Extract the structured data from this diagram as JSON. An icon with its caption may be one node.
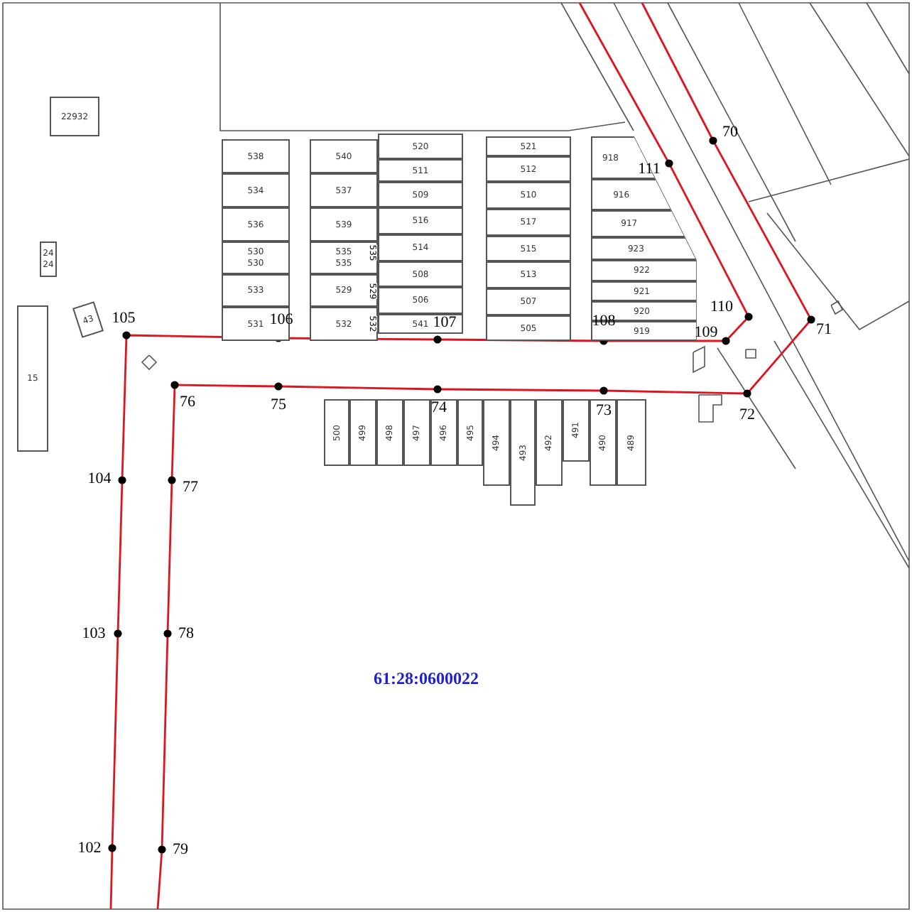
{
  "diagram": {
    "nodes": [
      {
        "text": [
          "22932"
        ]
      },
      {
        "text": [
          "24",
          "24"
        ]
      },
      {
        "text": [
          "43"
        ]
      },
      {
        "text": [
          "15"
        ]
      },
      {
        "text": [
          "538"
        ]
      },
      {
        "text": [
          "534"
        ]
      },
      {
        "text": [
          "536"
        ]
      },
      {
        "text": [
          "530",
          "530"
        ]
      },
      {
        "text": [
          "533"
        ]
      },
      {
        "text": [
          "531"
        ]
      },
      {
        "text": [
          "540"
        ]
      },
      {
        "text": [
          "537"
        ]
      },
      {
        "text": [
          "539"
        ]
      },
      {
        "text": [
          "535",
          "535"
        ]
      },
      {
        "text": [
          "529"
        ]
      },
      {
        "text": [
          "532"
        ]
      },
      {
        "text": [
          "520"
        ]
      },
      {
        "text": [
          "511"
        ]
      },
      {
        "text": [
          "509"
        ]
      },
      {
        "text": [
          "516"
        ]
      },
      {
        "text": [
          "514"
        ]
      },
      {
        "text": [
          "508"
        ]
      },
      {
        "text": [
          "506"
        ]
      },
      {
        "text": [
          "541"
        ]
      },
      {
        "text": [
          "521"
        ]
      },
      {
        "text": [
          "512"
        ]
      },
      {
        "text": [
          "510"
        ]
      },
      {
        "text": [
          "517"
        ]
      },
      {
        "text": [
          "515"
        ]
      },
      {
        "text": [
          "513"
        ]
      },
      {
        "text": [
          "507"
        ]
      },
      {
        "text": [
          "505"
        ]
      },
      {
        "text": [
          "918"
        ]
      },
      {
        "text": [
          "916"
        ]
      },
      {
        "text": [
          "917"
        ]
      },
      {
        "text": [
          "923"
        ]
      },
      {
        "text": [
          "922"
        ]
      },
      {
        "text": [
          "921"
        ]
      },
      {
        "text": [
          "920"
        ]
      },
      {
        "text": [
          "919"
        ]
      },
      {
        "text": [
          "500"
        ]
      },
      {
        "text": [
          "499"
        ]
      },
      {
        "text": [
          "498"
        ]
      },
      {
        "text": [
          "497"
        ]
      },
      {
        "text": [
          "496"
        ]
      },
      {
        "text": [
          "495"
        ]
      },
      {
        "text": [
          "494"
        ]
      },
      {
        "text": [
          "493"
        ]
      },
      {
        "text": [
          "492"
        ]
      },
      {
        "text": [
          "491"
        ]
      },
      {
        "text": [
          "490"
        ]
      },
      {
        "text": [
          "489"
        ]
      }
    ],
    "labels": [
      "70",
      "111",
      "535",
      "529",
      "532",
      "110",
      "71",
      "109",
      "108",
      "107",
      "106",
      "105",
      "76",
      "75",
      "74",
      "73",
      "72",
      "104",
      "77",
      "103",
      "78",
      "61:28:0600022",
      "102",
      "79"
    ]
  }
}
